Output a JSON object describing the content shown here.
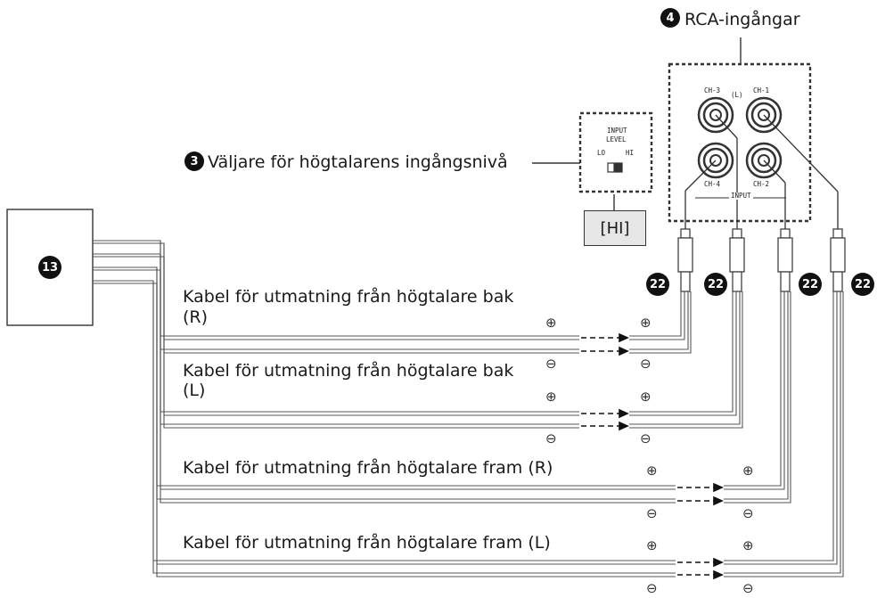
{
  "labels": {
    "rca_inputs": "RCA-ingångar",
    "input_level_selector": "Väljare för högtalarens ingångsnivå",
    "hi_setting": "[HI]",
    "rear_right": "Kabel för utmatning från högtalare bak",
    "rear_right_side": "(R)",
    "rear_left": "Kabel för utmatning från högtalare bak",
    "rear_left_side": "(L)",
    "front_right": "Kabel för utmatning från högtalare fram (R)",
    "front_left": "Kabel för utmatning från högtalare fram (L)"
  },
  "badges": {
    "rca": "4",
    "selector": "3",
    "unit": "13",
    "plug": "22"
  },
  "panel": {
    "input_level_title_1": "INPUT",
    "input_level_title_2": "LEVEL",
    "lo": "LO",
    "hi": "HI",
    "ch1": "CH-1",
    "ch2": "CH-2",
    "ch3": "CH-3",
    "ch4": "CH-4",
    "l_mark": "(L)",
    "input": "INPUT"
  },
  "polarity": {
    "plus": "⊕",
    "minus": "⊖"
  }
}
